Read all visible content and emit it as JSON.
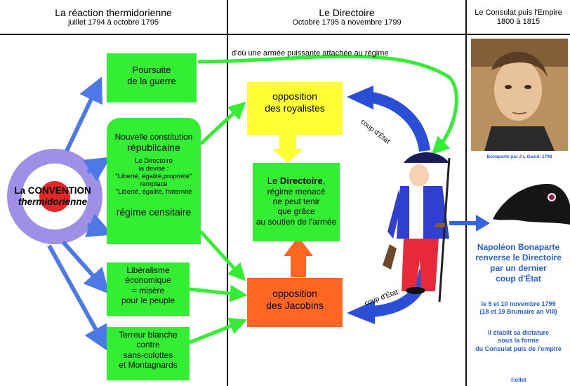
{
  "columns": {
    "left": {
      "title": "La réaction thermidorienne",
      "subtitle": "juillet 1794 à octobre 1795"
    },
    "middle": {
      "title": "Le Directoire",
      "subtitle": "Octobre 1795 à novembre 1799"
    },
    "right": {
      "title": "Le Consulat puis l'Empire",
      "subtitle": "1800 à 1815"
    }
  },
  "convention": {
    "line1": "La CONVENTION",
    "line2": "thermidorienne"
  },
  "boxes": {
    "guerre": {
      "l1": "Poursuite",
      "l2": "de la guerre"
    },
    "constitution": {
      "l1": "Nouvelle constitution",
      "l2": "républicaine",
      "s1": "Le Directoire",
      "s2": "la devise :",
      "s3": "\"Liberté, égalité,propriété\"",
      "s4": "remplace",
      "s5": "\"Liberté, égalité, fraternité",
      "l3": "régime censitaire"
    },
    "liberalisme": {
      "l1": "Libéralisme",
      "l2": "économique",
      "l3": "=  misère",
      "l4": "pour le peuple"
    },
    "terreur": {
      "l1": "Terreur blanche",
      "l2": "contre",
      "l3": "sans-culottes",
      "l4": "et Montagnards"
    },
    "directoire": {
      "pre": "Le ",
      "bold": "Directoire",
      "post": ",",
      "l2": "régime menacé",
      "l3": "ne peut tenir",
      "l4": "que grâce",
      "l5": "au soutien de l'armée"
    },
    "royalistes": {
      "l1": "opposition",
      "l2": "des royalistes"
    },
    "jacobins": {
      "l1": "opposition",
      "l2": "des Jacobins"
    }
  },
  "annotations": {
    "armee": "d'où une armée puissante attachée au régime",
    "coup_top": "coup d'État",
    "coup_bottom": "coup d'État"
  },
  "portrait_caption": "Bonaparte par J-L David. 1798",
  "napoleon": {
    "l1": "Napoléon Bonaparte",
    "l2": "renverse le Directoire",
    "l3": "par un dernier",
    "l4": "coup d'État",
    "d1": "le 9 et 10 novembre 1799",
    "d2": "(18 et 19 Brumaire an VIII)",
    "e1": "Il établit sa dictature",
    "e2": "sous la forme",
    "e3": "du Consulat puis de l'empire"
  },
  "copyright": "©ollet",
  "colors": {
    "green": "#33ee33",
    "yellow": "#ffff33",
    "orange": "#ff6622",
    "blue": "#3366dd",
    "arrow_green": "#33ee33"
  }
}
